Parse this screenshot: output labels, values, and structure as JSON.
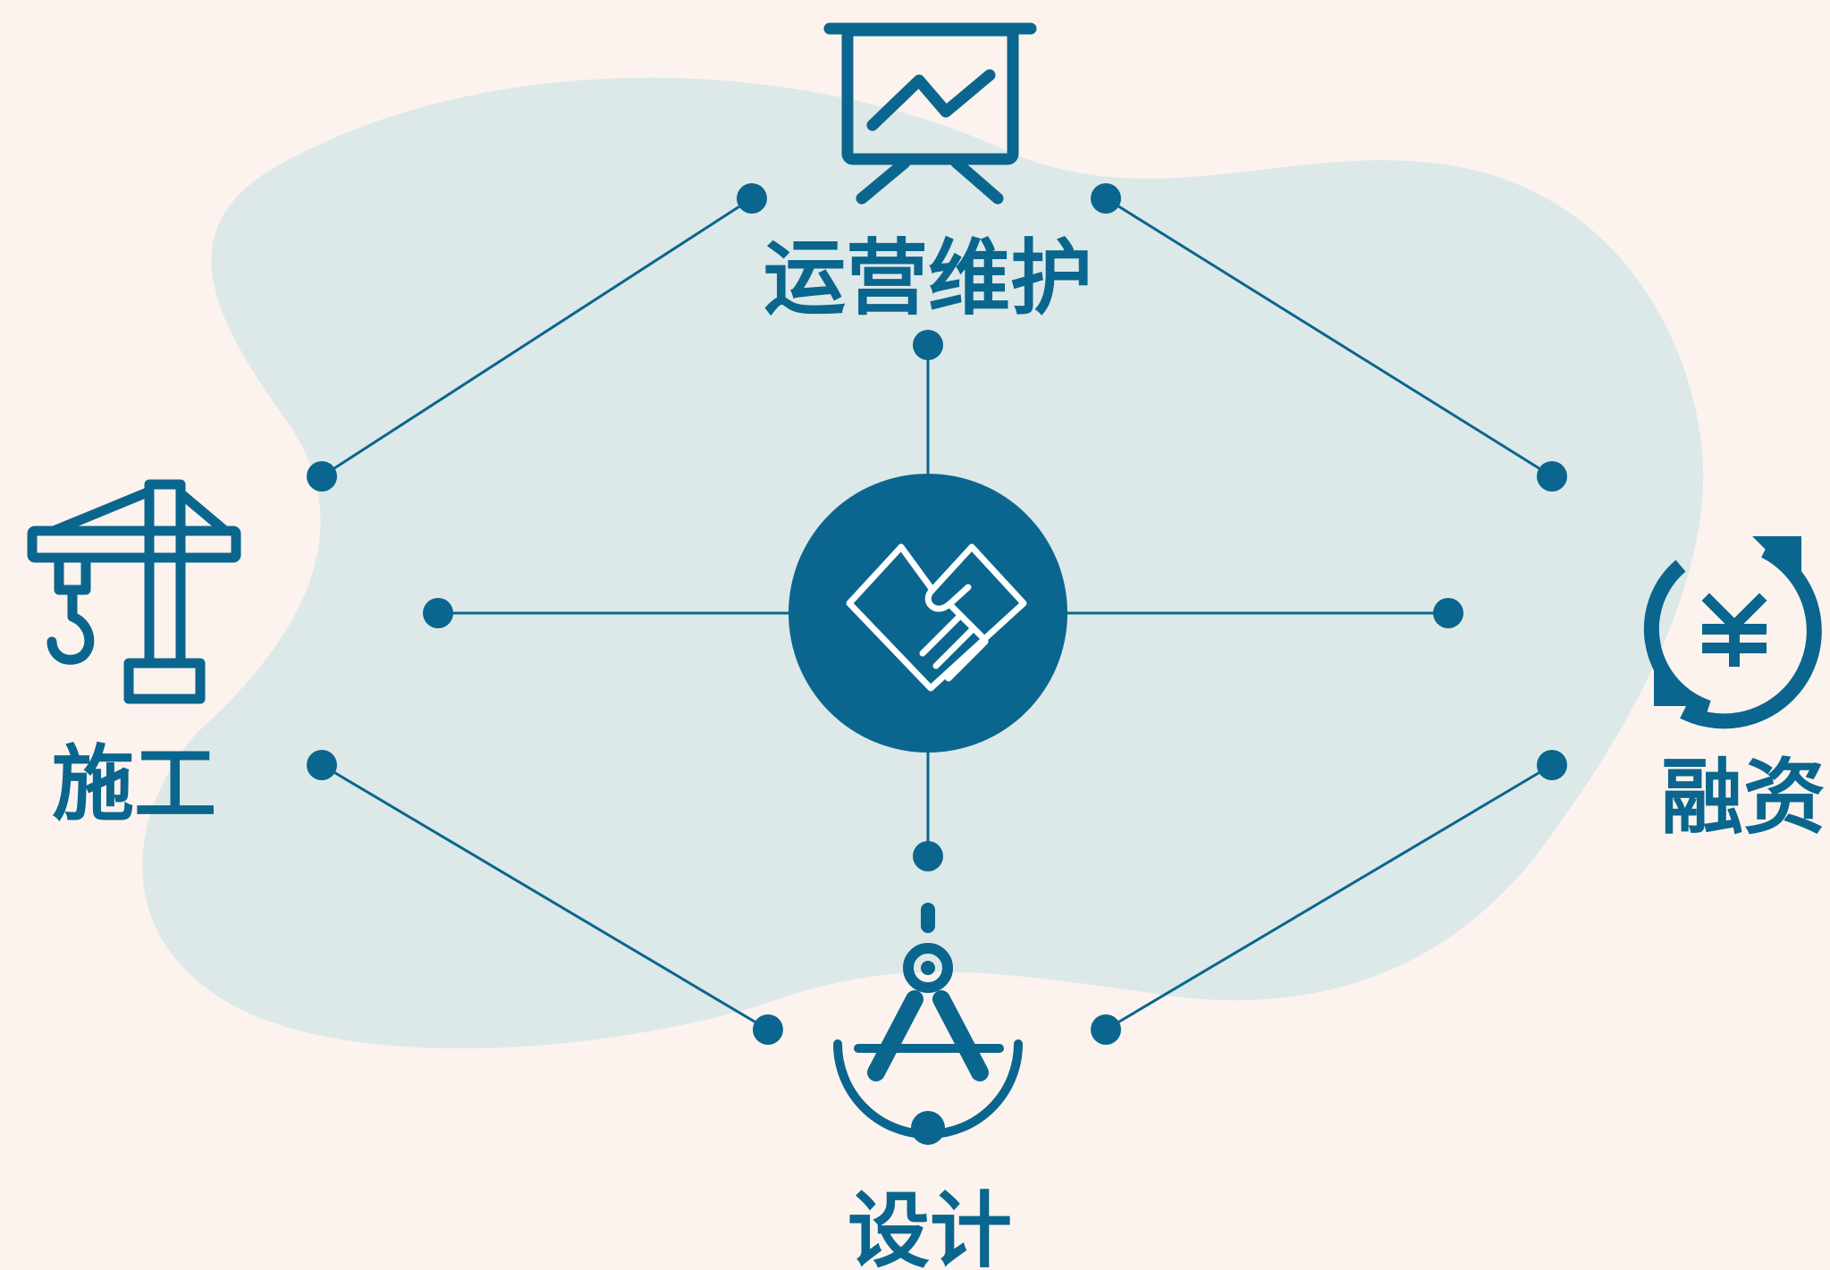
{
  "colors": {
    "background": "#fcf3ee",
    "blob": "#dde9e8",
    "primary": "#0a668e"
  },
  "center": {
    "icon": "handshake-heart-icon"
  },
  "nodes": [
    {
      "id": "top",
      "label": "运营维护",
      "icon": "presentation-chart-icon"
    },
    {
      "id": "left",
      "label": "施工",
      "icon": "tower-crane-icon"
    },
    {
      "id": "right",
      "label": "融资",
      "icon": "yuan-cycle-icon"
    },
    {
      "id": "bottom",
      "label": "设计",
      "icon": "drafting-compass-icon"
    }
  ]
}
